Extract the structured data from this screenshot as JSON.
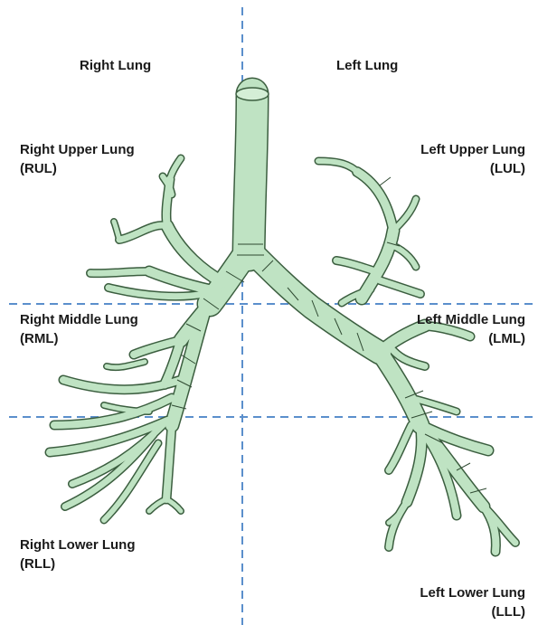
{
  "labels": {
    "right_lung": "Right Lung",
    "left_lung": "Left Lung",
    "rul": {
      "name": "Right Upper Lung",
      "abbr": "(RUL)"
    },
    "lul": {
      "name": "Left Upper Lung",
      "abbr": "(LUL)"
    },
    "rml": {
      "name": "Right Middle Lung",
      "abbr": "(RML)"
    },
    "lml": {
      "name": "Left Middle Lung",
      "abbr": "(LML)"
    },
    "rll": {
      "name": "Right Lower Lung",
      "abbr": "(RLL)"
    },
    "lll": {
      "name": "Left Lower Lung",
      "abbr": "(LLL)"
    }
  },
  "colors": {
    "airway_fill": "#bfe3c3",
    "airway_stroke": "#3b5e3f",
    "segment_line": "#2f4a32",
    "divider": "#5b8fcc",
    "text": "#1a1a1a"
  }
}
